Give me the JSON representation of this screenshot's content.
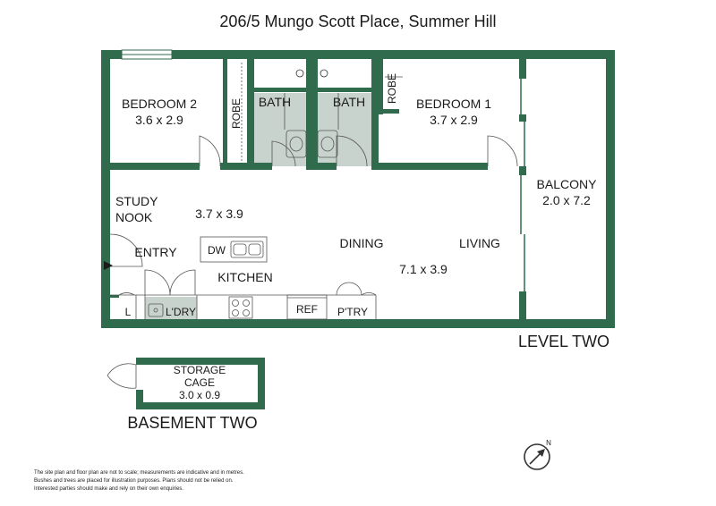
{
  "title": "206/5 Mungo Scott Place, Summer Hill",
  "colors": {
    "wall": "#2f6b4c",
    "wet_area": "#c9d3cd",
    "line": "#333333"
  },
  "rooms": {
    "bedroom2": {
      "name": "BEDROOM 2",
      "size": "3.6 x 2.9"
    },
    "robe_left": "ROBE",
    "bath_left": "BATH",
    "bath_right": "BATH",
    "robe_right": "ROBE",
    "bedroom1": {
      "name": "BEDROOM 1",
      "size": "3.7 x 2.9"
    },
    "balcony": {
      "name": "BALCONY",
      "size": "2.0 x 7.2"
    },
    "study": {
      "line1": "STUDY",
      "line2": "NOOK",
      "size": "3.7 x 3.9"
    },
    "entry": "ENTRY",
    "dw": "DW",
    "kitchen": "KITCHEN",
    "dining": "DINING",
    "living": "LIVING",
    "living_size": "7.1  x  3.9",
    "l": "L",
    "laundry": "L'DRY",
    "ref": "REF",
    "pantry": "P'TRY"
  },
  "level_label": "LEVEL TWO",
  "storage": {
    "line1": "STORAGE",
    "line2": "CAGE",
    "size": "3.0 x 0.9"
  },
  "basement_label": "BASEMENT TWO",
  "compass_icon": "north-arrow-icon",
  "compass_letter": "N",
  "disclaimer": [
    "The site plan and floor plan are not to scale; measurements are indicative and in metres.",
    "Bushes and trees are placed for illustration purposes. Plans should not be relied on.",
    "Interested parties should make and rely on their own enquiries."
  ]
}
